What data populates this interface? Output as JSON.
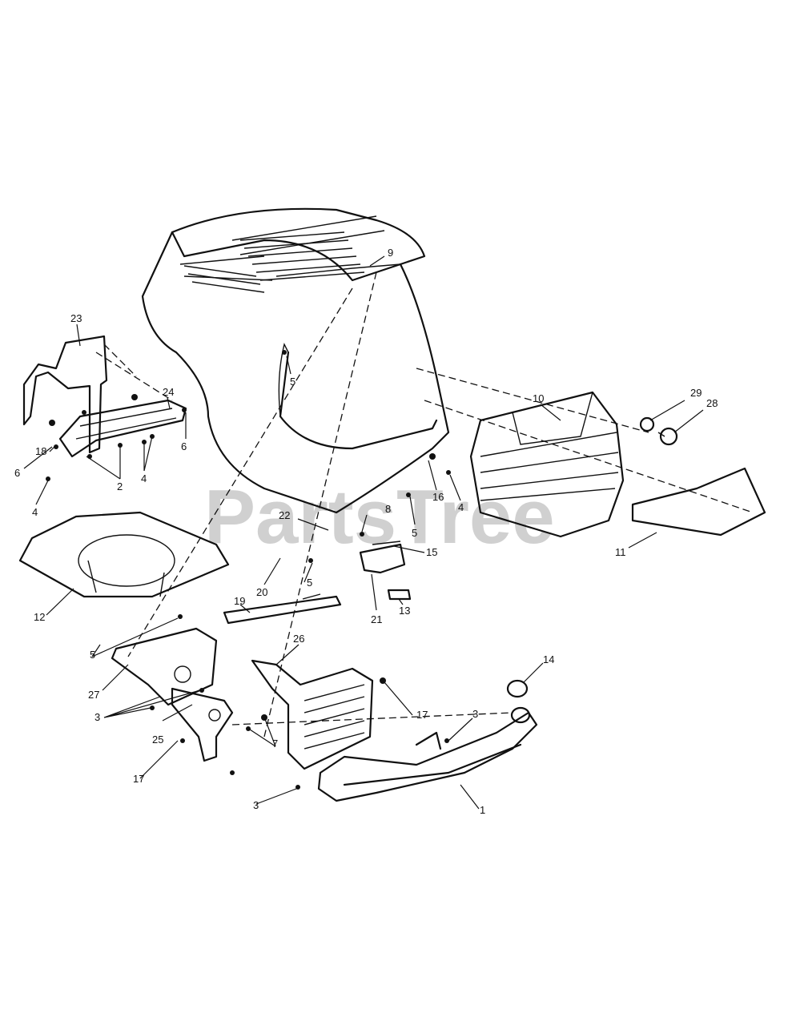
{
  "watermark": "PartsTree",
  "callouts": [
    "1",
    "2",
    "3",
    "4",
    "5",
    "6",
    "7",
    "8",
    "9",
    "10",
    "11",
    "12",
    "13",
    "14",
    "15",
    "16",
    "17",
    "18",
    "19",
    "20",
    "21",
    "22",
    "23",
    "24",
    "25",
    "26",
    "27",
    "28",
    "29"
  ],
  "labels": [
    {
      "text": "9"
    },
    {
      "text": "23"
    },
    {
      "text": "24"
    },
    {
      "text": "5"
    },
    {
      "text": "18"
    },
    {
      "text": "6"
    },
    {
      "text": "6"
    },
    {
      "text": "2"
    },
    {
      "text": "4"
    },
    {
      "text": "4"
    },
    {
      "text": "10"
    },
    {
      "text": "29"
    },
    {
      "text": "28"
    },
    {
      "text": "16"
    },
    {
      "text": "4"
    },
    {
      "text": "5"
    },
    {
      "text": "8"
    },
    {
      "text": "22"
    },
    {
      "text": "15"
    },
    {
      "text": "11"
    },
    {
      "text": "20"
    },
    {
      "text": "5"
    },
    {
      "text": "12"
    },
    {
      "text": "21"
    },
    {
      "text": "13"
    },
    {
      "text": "19"
    },
    {
      "text": "5"
    },
    {
      "text": "26"
    },
    {
      "text": "27"
    },
    {
      "text": "14"
    },
    {
      "text": "17"
    },
    {
      "text": "3"
    },
    {
      "text": "3"
    },
    {
      "text": "25"
    },
    {
      "text": "7"
    },
    {
      "text": "17"
    },
    {
      "text": "3"
    },
    {
      "text": "1"
    }
  ]
}
